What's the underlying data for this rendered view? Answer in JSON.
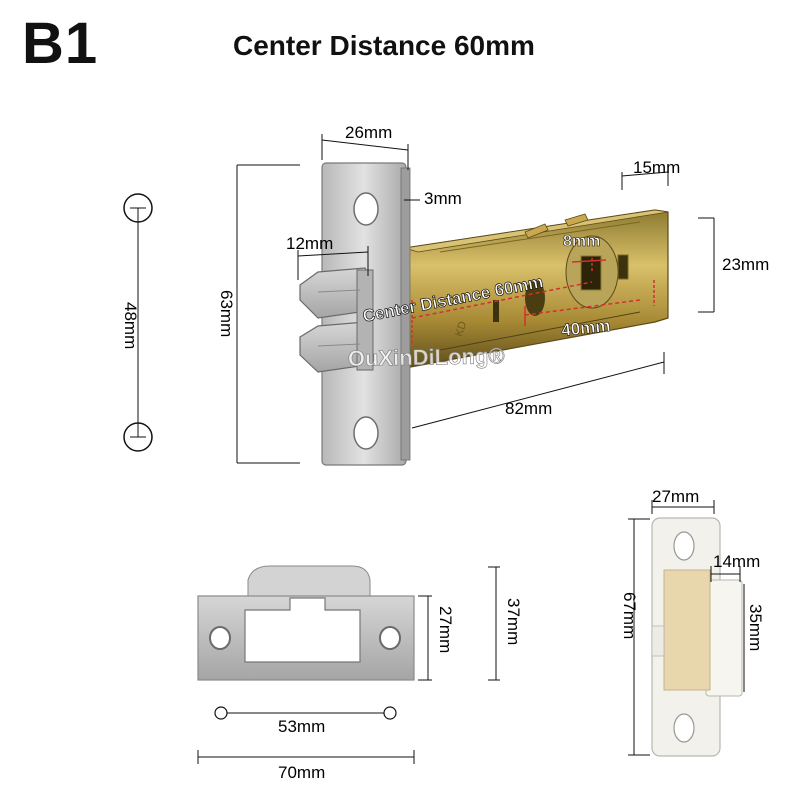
{
  "model_code": "B1",
  "title": "Center Distance 60mm",
  "watermark": "OuXinDiLong®",
  "colors": {
    "plate": "#c9c9c9",
    "plate_edge": "#8a8a8a",
    "body_gold": "#b59a3e",
    "body_dark": "#6f5d22",
    "strike_white": "#f3f1ec",
    "strike_beige": "#e8d6ad",
    "accent_red": "#d4302f"
  },
  "latch": {
    "dim_plate_width": "26mm",
    "dim_plate_thickness": "3mm",
    "dim_plate_height": "63mm",
    "dim_latch": "12mm",
    "dim_tail": "15mm",
    "dim_body_height": "23mm",
    "dim_square_hole": "8mm",
    "center_distance_label": "Center Distance 60mm",
    "dim_40": "40mm",
    "dim_length": "82mm",
    "dim_hole_spacing": "48mm"
  },
  "strike_plate": {
    "dim_hole_spacing": "53mm",
    "dim_length": "70mm",
    "dim_height_inner": "27mm",
    "dim_height_outer": "37mm"
  },
  "strike_box": {
    "dim_width": "27mm",
    "dim_height": "67mm",
    "dim_depth": "14mm",
    "dim_box_height": "35mm"
  }
}
